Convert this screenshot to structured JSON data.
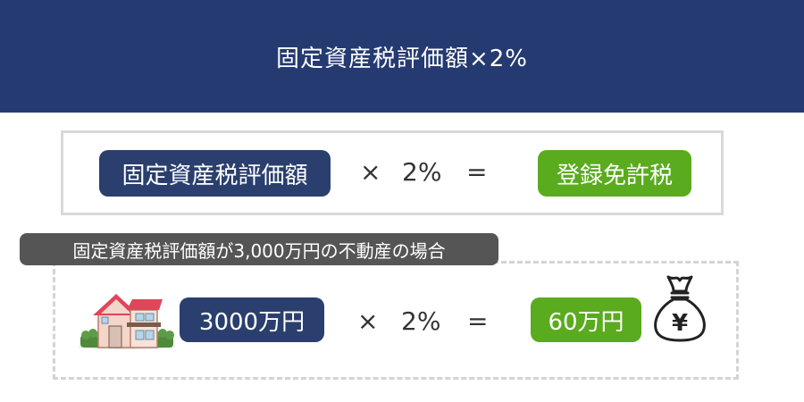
{
  "header": {
    "title": "固定資産税評価額×2%"
  },
  "formula": {
    "base_label": "固定資産税評価額",
    "multiply": "×",
    "rate": "2%",
    "equals": "=",
    "result_label": "登録免許税"
  },
  "example": {
    "caption": "固定資産税評価額が3,000万円の不動産の場合",
    "value": "3000万円",
    "multiply": "×",
    "rate": "2%",
    "equals": "=",
    "result": "60万円",
    "house_icon": "house-icon",
    "money_bag_icon": "money-bag-icon",
    "bag_symbol": "¥"
  },
  "colors": {
    "header_bg": "#253a70",
    "navy_pill": "#2a3f6e",
    "green_pill": "#5aab1e",
    "caption_bg": "#555555"
  }
}
